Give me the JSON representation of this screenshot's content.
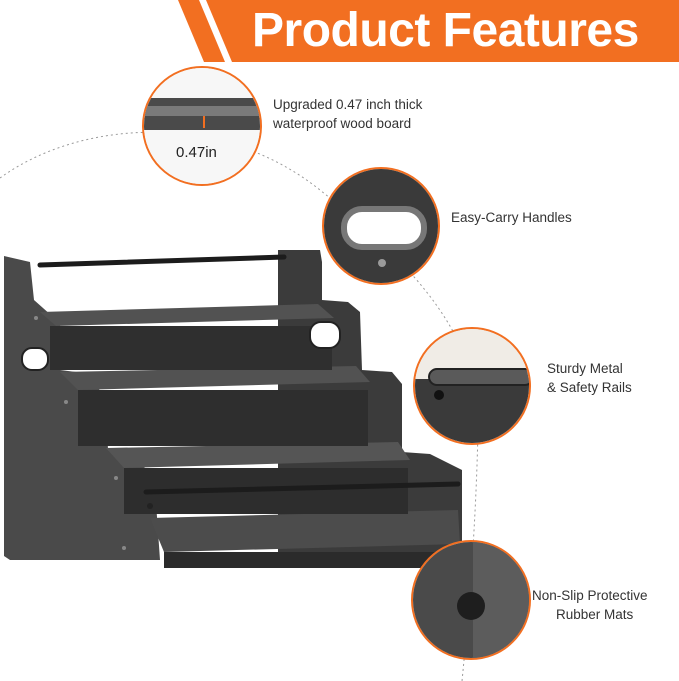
{
  "banner": {
    "title": "Product Features",
    "accent_color": "#f26f21",
    "stripe_color": "#ffffff"
  },
  "features": [
    {
      "lines": [
        "Upgraded 0.47 inch thick",
        "waterproof wood board"
      ],
      "detail": "wood-board-edge"
    },
    {
      "lines": [
        "Easy-Carry Handles"
      ],
      "detail": "handle-cutout"
    },
    {
      "lines": [
        "Sturdy Metal",
        "& Safety Rails"
      ],
      "detail": "metal-rail-joint"
    },
    {
      "lines": [
        "Non-Slip Protective",
        "Rubber Mats"
      ],
      "detail": "rubber-foot"
    }
  ],
  "thickness_callout": {
    "label": "0.47in"
  },
  "product": {
    "name_icon": "wooden-spice-rack-4-tier",
    "color": "#3a3a3a"
  }
}
